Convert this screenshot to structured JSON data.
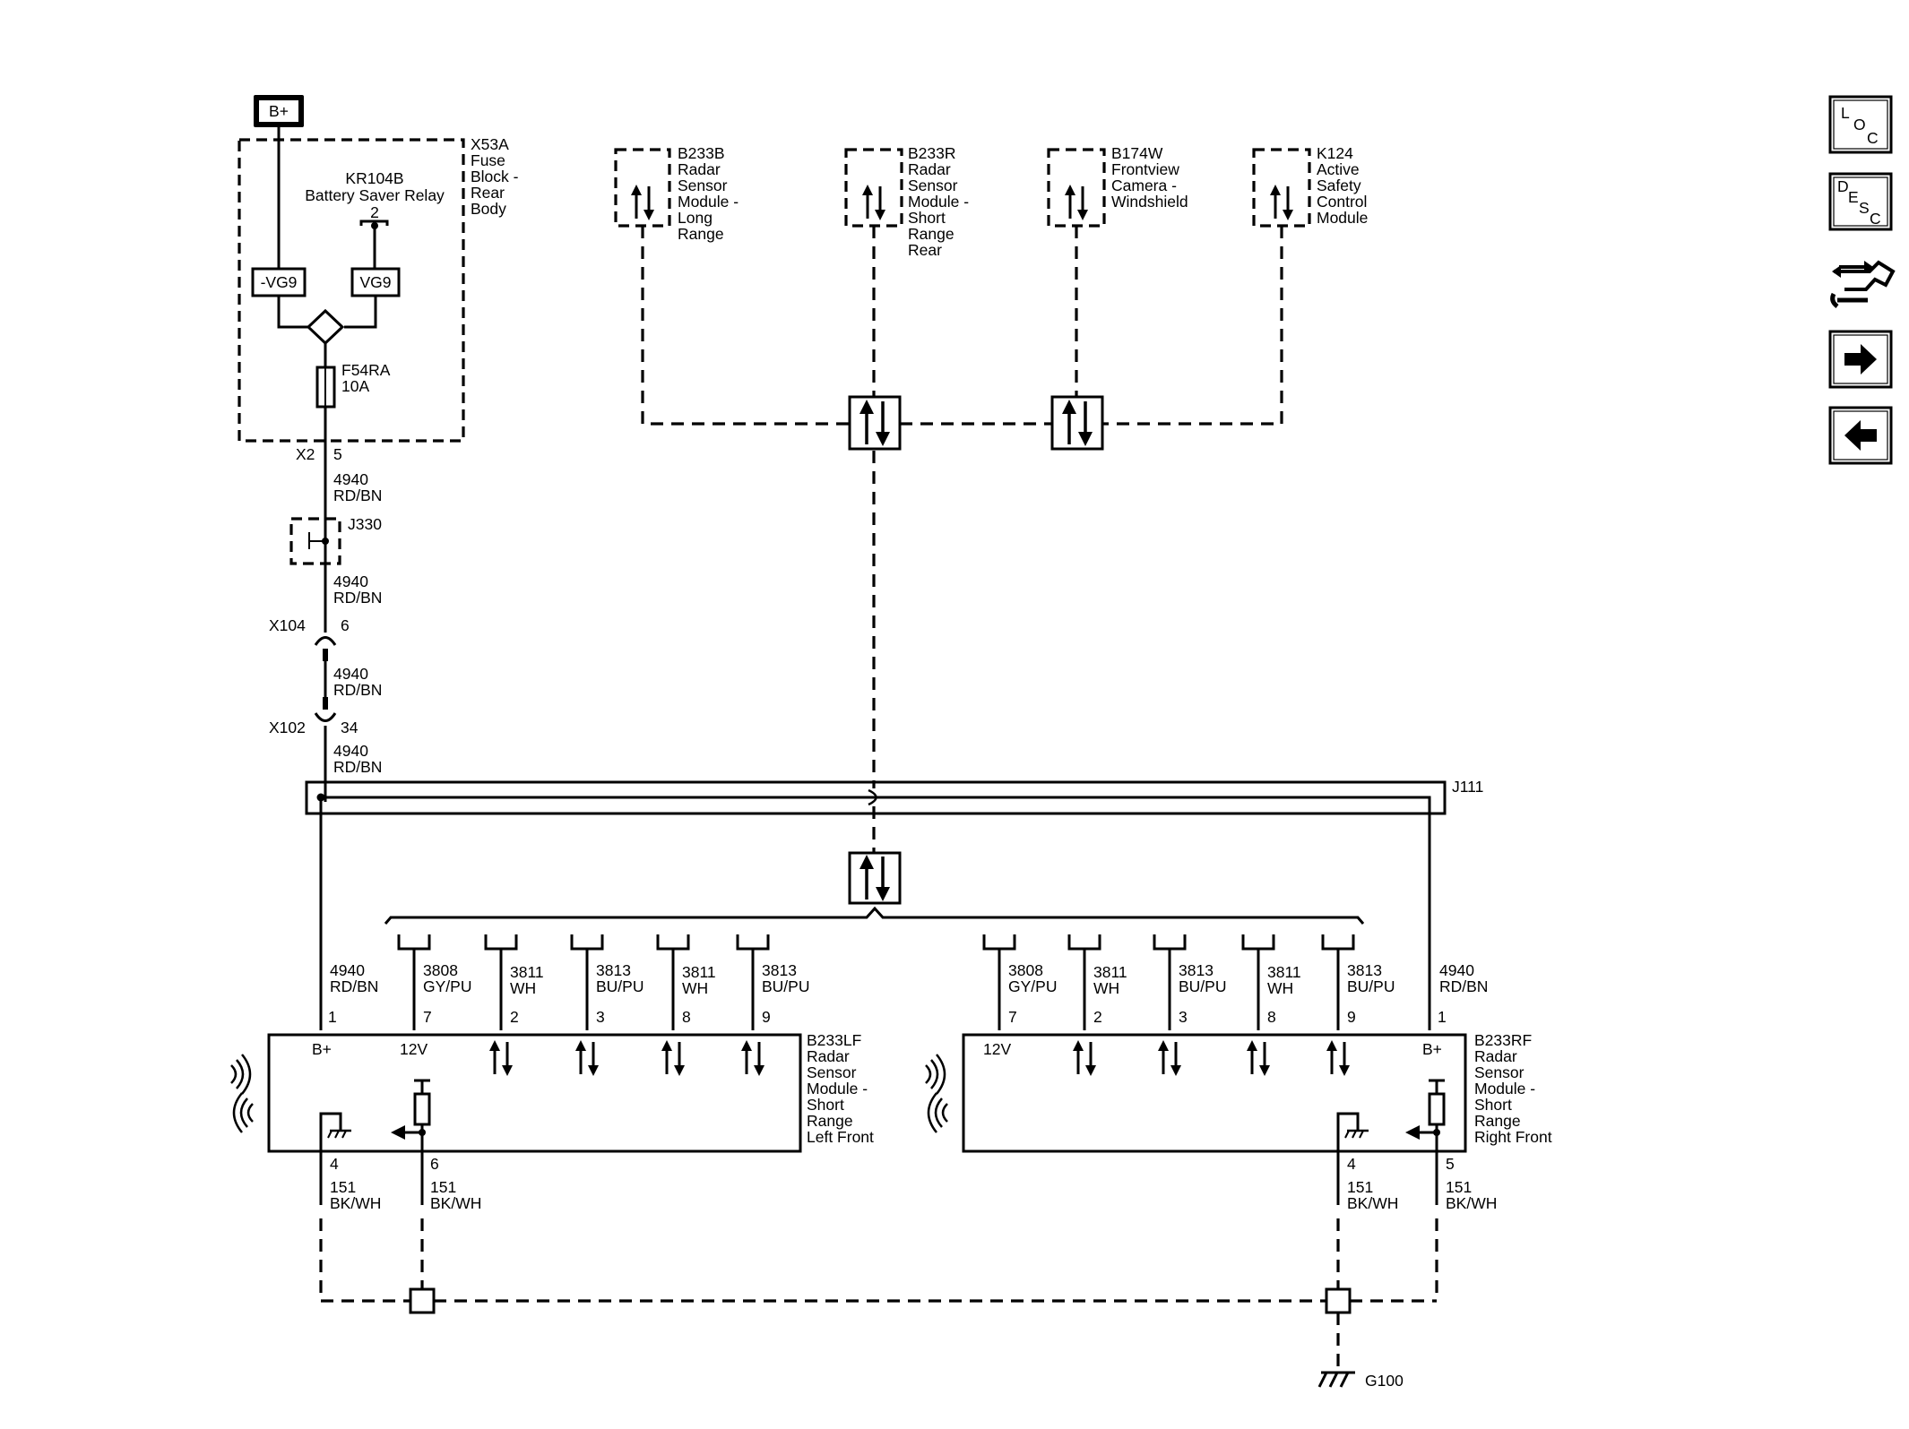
{
  "battery": {
    "label": "B+"
  },
  "fuse_block": {
    "ref": "X53A",
    "desc": [
      "Fuse",
      "Block -",
      "Rear",
      "Body"
    ],
    "relay_ref": "KR104B",
    "relay_name": "Battery Saver Relay",
    "relay_pin": "2",
    "bus_left": "-VG9",
    "bus_right": "VG9",
    "fuse_ref": "F54RA",
    "fuse_rating": "10A",
    "connector": "X2",
    "connector_pin": "5"
  },
  "wire_segments": [
    {
      "circuit": "4940",
      "color": "RD/BN"
    },
    {
      "circuit": "4940",
      "color": "RD/BN"
    },
    {
      "circuit": "4940",
      "color": "RD/BN"
    },
    {
      "circuit": "4940",
      "color": "RD/BN"
    }
  ],
  "splice_j330": "J330",
  "inline_connectors": [
    {
      "ref": "X104",
      "pin": "6"
    },
    {
      "ref": "X102",
      "pin": "34"
    }
  ],
  "splice_j111": "J111",
  "modules": [
    {
      "ref": "B233B",
      "desc": [
        "Radar",
        "Sensor",
        "Module -",
        "Long",
        "Range"
      ]
    },
    {
      "ref": "B233R",
      "desc": [
        "Radar",
        "Sensor",
        "Module -",
        "Short",
        "Range",
        "Rear"
      ]
    },
    {
      "ref": "B174W",
      "desc": [
        "Frontview",
        "Camera -",
        "Windshield"
      ]
    },
    {
      "ref": "K124",
      "desc": [
        "Active",
        "Safety",
        "Control",
        "Module"
      ]
    }
  ],
  "left_sensor": {
    "ref": "B233LF",
    "desc": [
      "Radar",
      "Sensor",
      "Module -",
      "Short",
      "Range",
      "Left Front"
    ],
    "b_plus": "B+",
    "v12": "12V",
    "power": {
      "circuit": "4940",
      "color": "RD/BN",
      "pin": "1"
    },
    "taps": [
      {
        "circuit": "3808",
        "color": "GY/PU",
        "pin": "7"
      },
      {
        "circuit": "3811",
        "color": "WH",
        "pin": "2"
      },
      {
        "circuit": "3813",
        "color": "BU/PU",
        "pin": "3"
      },
      {
        "circuit": "3811",
        "color": "WH",
        "pin": "8"
      },
      {
        "circuit": "3813",
        "color": "BU/PU",
        "pin": "9"
      }
    ],
    "grounds": [
      {
        "pin": "4",
        "circuit": "151",
        "color": "BK/WH"
      },
      {
        "pin": "6",
        "circuit": "151",
        "color": "BK/WH"
      }
    ]
  },
  "right_sensor": {
    "ref": "B233RF",
    "desc": [
      "Radar",
      "Sensor",
      "Module -",
      "Short",
      "Range",
      "Right Front"
    ],
    "b_plus": "B+",
    "v12": "12V",
    "power": {
      "circuit": "4940",
      "color": "RD/BN",
      "pin": "1"
    },
    "taps": [
      {
        "circuit": "3808",
        "color": "GY/PU",
        "pin": "7"
      },
      {
        "circuit": "3811",
        "color": "WH",
        "pin": "2"
      },
      {
        "circuit": "3813",
        "color": "BU/PU",
        "pin": "3"
      },
      {
        "circuit": "3811",
        "color": "WH",
        "pin": "8"
      },
      {
        "circuit": "3813",
        "color": "BU/PU",
        "pin": "9"
      }
    ],
    "grounds": [
      {
        "pin": "4",
        "circuit": "151",
        "color": "BK/WH"
      },
      {
        "pin": "5",
        "circuit": "151",
        "color": "BK/WH"
      }
    ]
  },
  "ground": {
    "ref": "G100"
  },
  "nav": {
    "loc": [
      "L",
      "O",
      "C"
    ],
    "desc": [
      "D",
      "E",
      "S",
      "C"
    ],
    "icons": [
      "connector-harness-icon",
      "arrow-right-icon",
      "arrow-left-icon"
    ]
  }
}
